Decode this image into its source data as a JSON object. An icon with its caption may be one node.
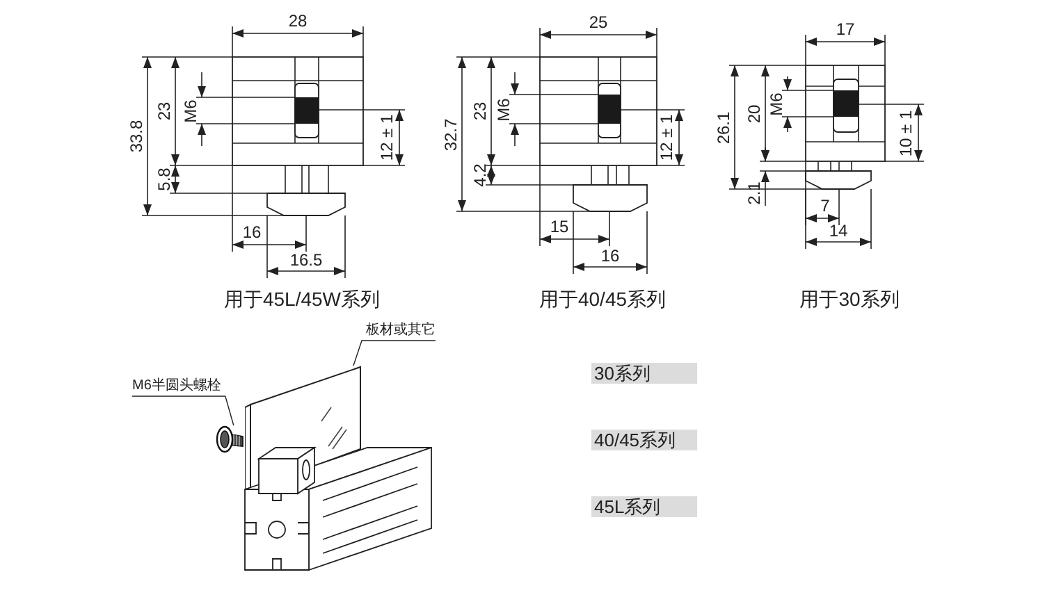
{
  "diagram": {
    "nodes": [
      {
        "text": [
          "M6半圆头螺栓"
        ]
      },
      {
        "text": [],
        "shape": "picture"
      },
      {
        "text": [
          "板材或其它"
        ]
      },
      {
        "text": [],
        "shape": "picture"
      },
      {
        "text": [
          "30系列"
        ]
      },
      {
        "text": [
          "40/45系列"
        ]
      },
      {
        "text": [
          "45L系列"
        ]
      }
    ],
    "edges": [
      {
        "from": 0,
        "to": 1,
        "arrow": "none"
      },
      {
        "from": 2,
        "to": 3,
        "arrow": "none"
      }
    ],
    "labels": [
      "28",
      "33.8",
      "23",
      "M6",
      "12 ± 1",
      "5.8",
      "16",
      "16.5",
      "用于45L/45W系列",
      "25",
      "32.7",
      "23",
      "M6",
      "12 ± 1",
      "4.2",
      "15",
      "16",
      "用于40/45系列",
      "17",
      "26.1",
      "20",
      "M6",
      "10 ± 1",
      "2.1",
      "7",
      "14",
      "用于30系列"
    ]
  }
}
